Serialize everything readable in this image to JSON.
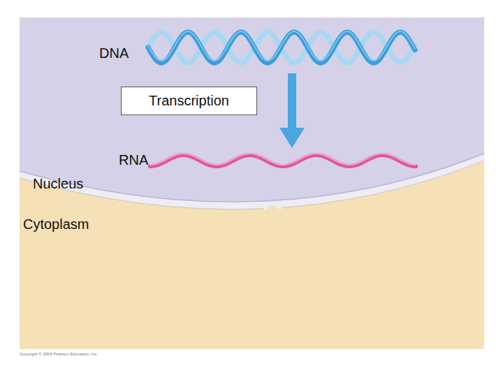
{
  "diagram": {
    "nodes": [
      {
        "text": [
          "Transcription"
        ]
      }
    ],
    "labels": [
      "DNA",
      "RNA",
      "Nucleus",
      "Cytoplasm",
      "Copyright © 2009 Pearson Education, Inc."
    ]
  }
}
